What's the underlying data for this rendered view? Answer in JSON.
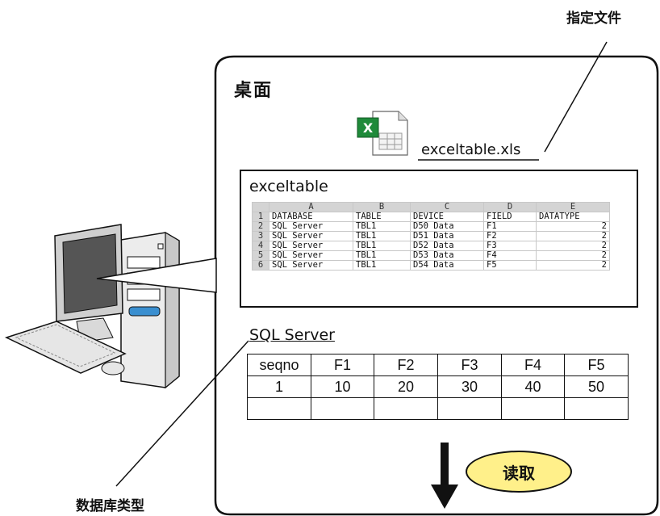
{
  "callouts": {
    "specified_file": "指定文件",
    "database_type": "数据库类型"
  },
  "desktop": {
    "title": "桌面",
    "file_name": "exceltable.xls",
    "icon": "excel-file-icon"
  },
  "excel": {
    "title": "exceltable",
    "column_headers": [
      "",
      "A",
      "B",
      "C",
      "D",
      "E"
    ],
    "rows": [
      [
        "1",
        "DATABASE",
        "TABLE",
        "DEVICE",
        "FIELD",
        "DATATYPE"
      ],
      [
        "2",
        "SQL Server",
        "TBL1",
        "D50 Data",
        "F1",
        "2"
      ],
      [
        "3",
        "SQL Server",
        "TBL1",
        "D51 Data",
        "F2",
        "2"
      ],
      [
        "4",
        "SQL Server",
        "TBL1",
        "D52 Data",
        "F3",
        "2"
      ],
      [
        "5",
        "SQL Server",
        "TBL1",
        "D53 Data",
        "F4",
        "2"
      ],
      [
        "6",
        "SQL Server",
        "TBL1",
        "D54 Data",
        "F5",
        "2"
      ]
    ]
  },
  "sql": {
    "title": "SQL Server",
    "headers": [
      "seqno",
      "F1",
      "F2",
      "F3",
      "F4",
      "F5"
    ],
    "rows": [
      [
        "1",
        "10",
        "20",
        "30",
        "40",
        "50"
      ],
      [
        "",
        "",
        "",
        "",
        "",
        ""
      ]
    ]
  },
  "action": {
    "read_label": "读取",
    "arrow_icon": "down-arrow-icon"
  },
  "colors": {
    "read_button": "#fff08a",
    "excel_green": "#1f8a3a",
    "sheet_header": "#d4d4d4"
  }
}
